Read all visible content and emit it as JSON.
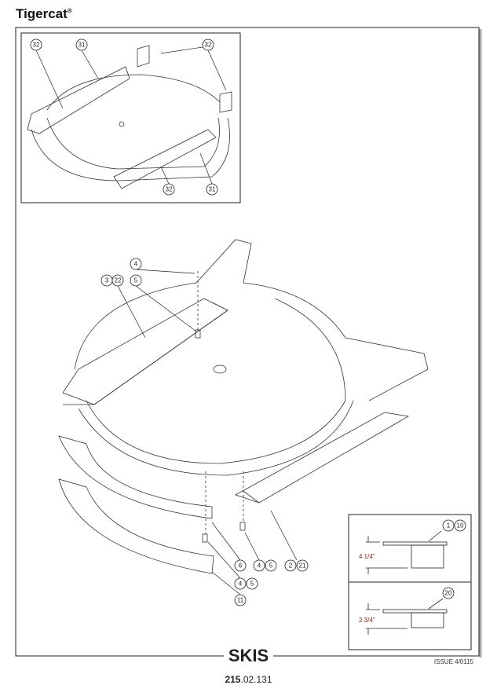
{
  "header": {
    "brand": "Tigercat",
    "reg": "®"
  },
  "footer": {
    "title": "SKIS",
    "issue": "ISSUE 4/0115",
    "page_bold": "215",
    "page_rest": ".02.131"
  },
  "inset_callouts": [
    "32",
    "31",
    "32",
    "32",
    "31"
  ],
  "main_callouts": {
    "c4_top": "4",
    "c3": "3",
    "c22": "22",
    "c5_top": "5",
    "c6": "6",
    "c4_low": "4",
    "c5_low": "5",
    "c11": "11",
    "c4_mid": "4",
    "c5_mid": "5",
    "c2": "2",
    "c21": "21"
  },
  "detail": {
    "top": {
      "callouts": [
        "1",
        "10"
      ],
      "dimension": "4 1/4\""
    },
    "bottom": {
      "callouts": [
        "20"
      ],
      "dimension": "2 3/4\""
    }
  }
}
